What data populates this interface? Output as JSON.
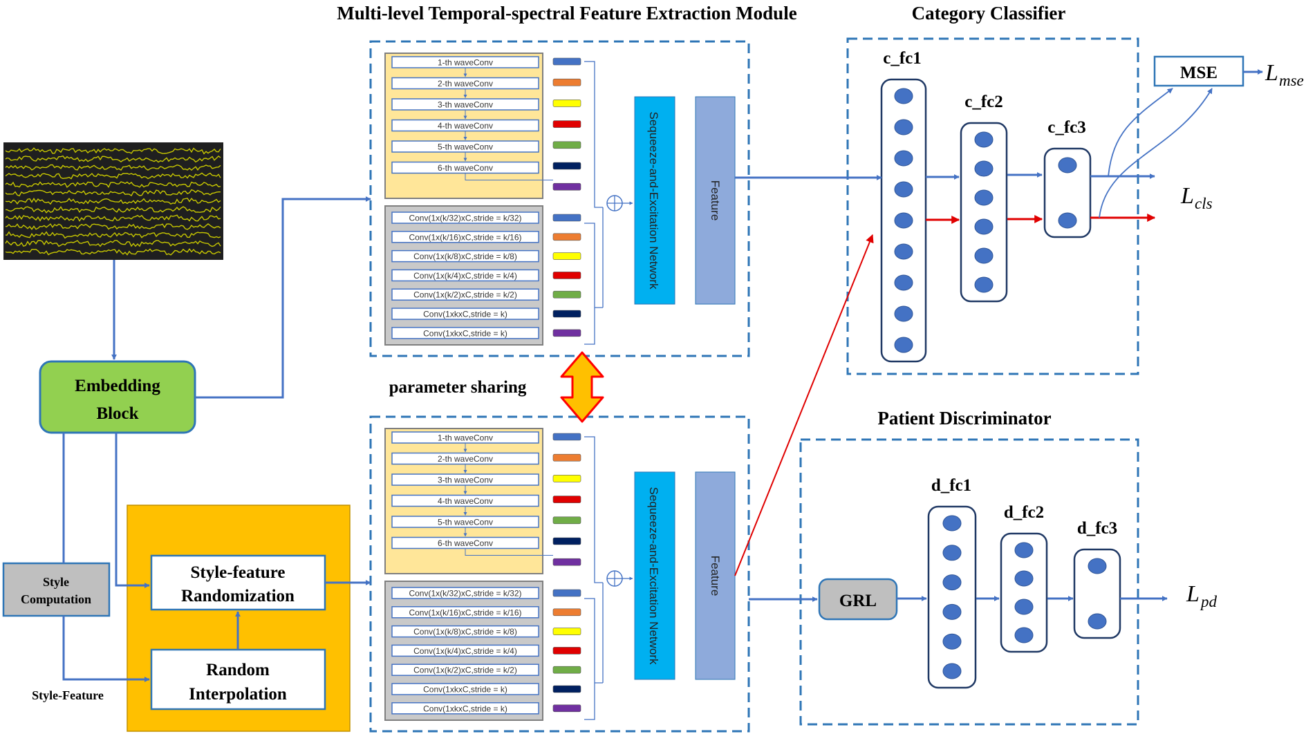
{
  "titles": {
    "feature_module": "Multi-level Temporal-spectral Feature Extraction Module",
    "category_classifier": "Category Classifier",
    "patient_discriminator": "Patient Discriminator",
    "parameter_sharing": "parameter sharing"
  },
  "blocks": {
    "embedding_line1": "Embedding",
    "embedding_line2": "Block",
    "style_computation_line1": "Style",
    "style_computation_line2": "Computation",
    "style_feature_label": "Style-Feature",
    "sfr_line1": "Style-feature",
    "sfr_line2": "Randomization",
    "ri_line1": "Random",
    "ri_line2": "Interpolation",
    "se_network": "Sequeeze-and-Excitation Network",
    "feature": "Feature",
    "mse": "MSE",
    "grl": "GRL"
  },
  "wave_convs": [
    "1-th waveConv",
    "2-th waveConv",
    "3-th waveConv",
    "4-th waveConv",
    "5-th waveConv",
    "6-th waveConv"
  ],
  "spectral_convs": [
    "Conv(1x(k/32)xC,stride = k/32)",
    "Conv(1x(k/16)xC,stride = k/16)",
    "Conv(1x(k/8)xC,stride = k/8)",
    "Conv(1x(k/4)xC,stride = k/4)",
    "Conv(1x(k/2)xC,stride = k/2)",
    "Conv(1xkxC,stride = k)",
    "Conv(1xkxC,stride = k)"
  ],
  "feature_bar_colors": [
    "#4472c4",
    "#ed7d31",
    "#ffff00",
    "#e00000",
    "#70ad47",
    "#002060",
    "#7030a0"
  ],
  "classifier_layers": [
    {
      "name": "c_fc1",
      "units": 9
    },
    {
      "name": "c_fc2",
      "units": 6
    },
    {
      "name": "c_fc3",
      "units": 2
    }
  ],
  "discriminator_layers": [
    {
      "name": "d_fc1",
      "units": 6
    },
    {
      "name": "d_fc2",
      "units": 4
    },
    {
      "name": "d_fc3",
      "units": 2
    }
  ],
  "losses": {
    "mse": {
      "base": "L",
      "sub": "mse"
    },
    "cls": {
      "base": "L",
      "sub": "cls"
    },
    "pd": {
      "base": "L",
      "sub": "pd"
    }
  },
  "colors": {
    "arrow_blue": "#4472c4",
    "arrow_red": "#e00000",
    "embedding_green": "#92d050",
    "orange_panel": "#ffc000",
    "style_gray": "#bfbfbf",
    "se_blue": "#00b0f0",
    "feature_blue": "#8eaadb",
    "neuron_blue": "#4472c4",
    "conv_panel_top": "#ffe699",
    "conv_panel_bottom": "#c9c9c9"
  }
}
